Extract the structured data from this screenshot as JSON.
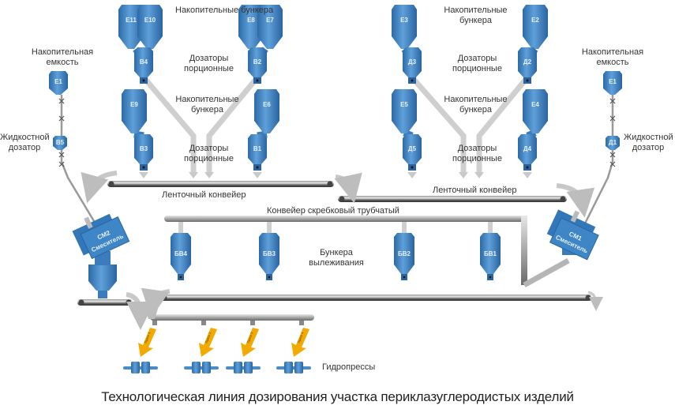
{
  "title": "Технологическая линия дозирования участка периклазуглеродистых изделий",
  "colors": {
    "vessel": "#3f86c6",
    "vessel_dark": "#2a6aa8",
    "pipe": "#c8c8c8",
    "belt": "#555555",
    "press_arrow": "#f2a900"
  },
  "labels": {
    "storage_bins": "Накопительные бункера",
    "portion_dosers": "Дозаторы порционные",
    "storage_tank": "Накопительная емкость",
    "liquid_doser": "Жидкостной дозатор",
    "belt_conveyor": "Ленточный конвейер",
    "scraper_conveyor": "Конвейер скребковый трубчатый",
    "aging_bins": "Бункера вылеживания",
    "hydropresses": "Гидропрессы"
  },
  "left_group": {
    "top_bins": [
      "E11",
      "E10",
      "E8",
      "E7"
    ],
    "top_dosers": [
      "B4",
      "B2"
    ],
    "mid_bins": [
      "E9",
      "E6"
    ],
    "mid_dosers": [
      "B3",
      "B1"
    ]
  },
  "right_group": {
    "top_bins": [
      "E3",
      "E2"
    ],
    "top_dosers": [
      "Д3",
      "Д2"
    ],
    "mid_bins": [
      "E5",
      "E4"
    ],
    "mid_dosers": [
      "Д5",
      "Д4"
    ]
  },
  "liquid_left": {
    "tank": "E1",
    "doser": "B5"
  },
  "liquid_right": {
    "tank": "E1",
    "doser": "Д1"
  },
  "mixers": [
    {
      "id": "СМ2",
      "name": "Смеситель"
    },
    {
      "id": "СМ1",
      "name": "Смеситель"
    }
  ],
  "aging_bins": [
    "БВ4",
    "БВ3",
    "БВ2",
    "БВ1"
  ],
  "presses": [
    "Пресс 1",
    "Пресс 2",
    "Пресс 3",
    "Пресс 4"
  ]
}
